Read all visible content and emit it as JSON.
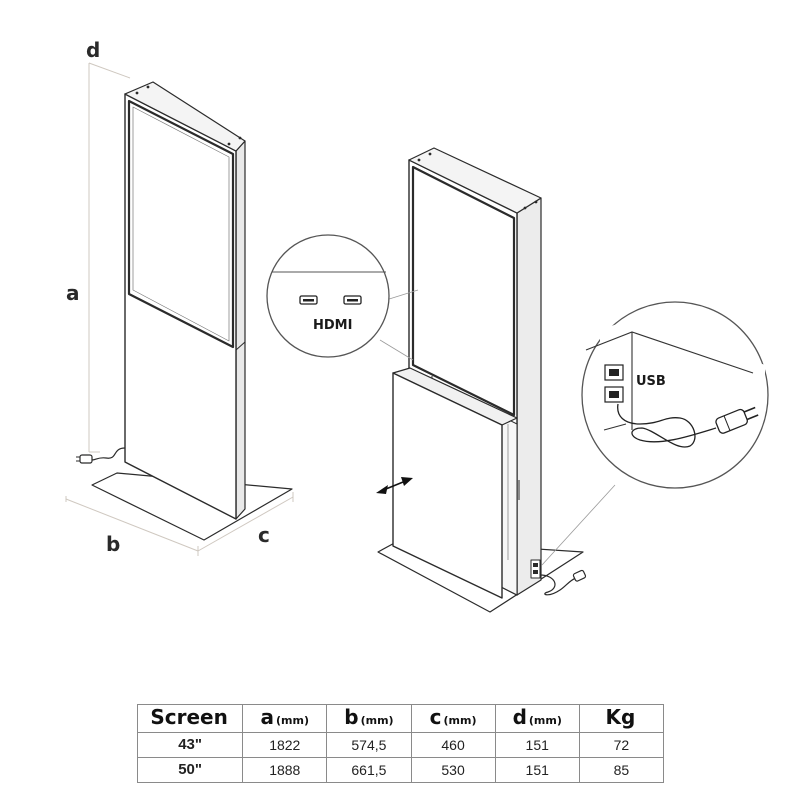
{
  "dimension_labels": {
    "d": "d",
    "a": "a",
    "b": "b",
    "c": "c"
  },
  "callouts": {
    "hdmi": "HDMI",
    "usb": "USB"
  },
  "table": {
    "headers": [
      {
        "label": "Screen",
        "unit": ""
      },
      {
        "label": "a",
        "unit": "(mm)"
      },
      {
        "label": "b",
        "unit": "(mm)"
      },
      {
        "label": "c",
        "unit": "(mm)"
      },
      {
        "label": "d",
        "unit": "(mm)"
      },
      {
        "label": "Kg",
        "unit": ""
      }
    ],
    "rows": [
      [
        "43\"",
        "1822",
        "574,5",
        "460",
        "151",
        "72"
      ],
      [
        "50\"",
        "1888",
        "661,5",
        "530",
        "151",
        "85"
      ]
    ]
  }
}
